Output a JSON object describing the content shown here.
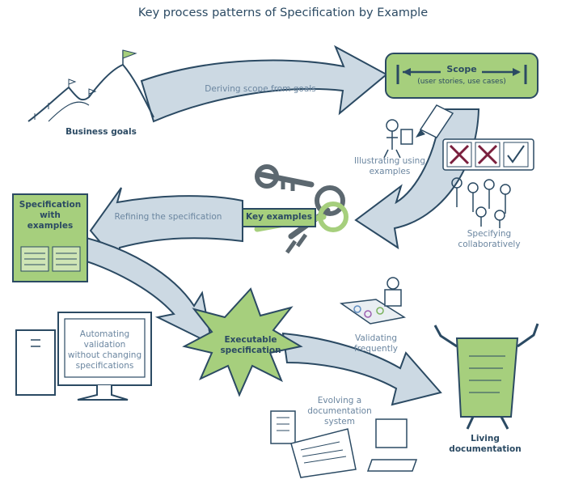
{
  "title": "Key process patterns of Specification by Example",
  "nodes": {
    "business_goals": "Business goals",
    "scope": "Scope",
    "scope_sub": "(user stories, use cases)",
    "spec_with_examples_1": "Specification",
    "spec_with_examples_2": "with",
    "spec_with_examples_3": "examples",
    "key_examples": "Key examples",
    "executable_spec_1": "Executable",
    "executable_spec_2": "specification",
    "living_doc_1": "Living",
    "living_doc_2": "documentation"
  },
  "arrows": {
    "deriving_scope": "Deriving scope from goals",
    "refining_spec": "Refining the specification",
    "illustrating_1": "Illustrating using",
    "illustrating_2": "examples",
    "specifying_1": "Specifying",
    "specifying_2": "collaboratively",
    "automating_1": "Automating",
    "automating_2": "validation",
    "automating_3": "without changing",
    "automating_4": "specifications",
    "validating_1": "Validating",
    "validating_2": "frequently",
    "evolving_1": "Evolving a",
    "evolving_2": "documentation",
    "evolving_3": "system"
  },
  "colors": {
    "arrow_fill": "#ccd9e3",
    "outline": "#2b4a63",
    "accent_green": "#a6cf7d",
    "dark_green": "#3d6b2a"
  }
}
